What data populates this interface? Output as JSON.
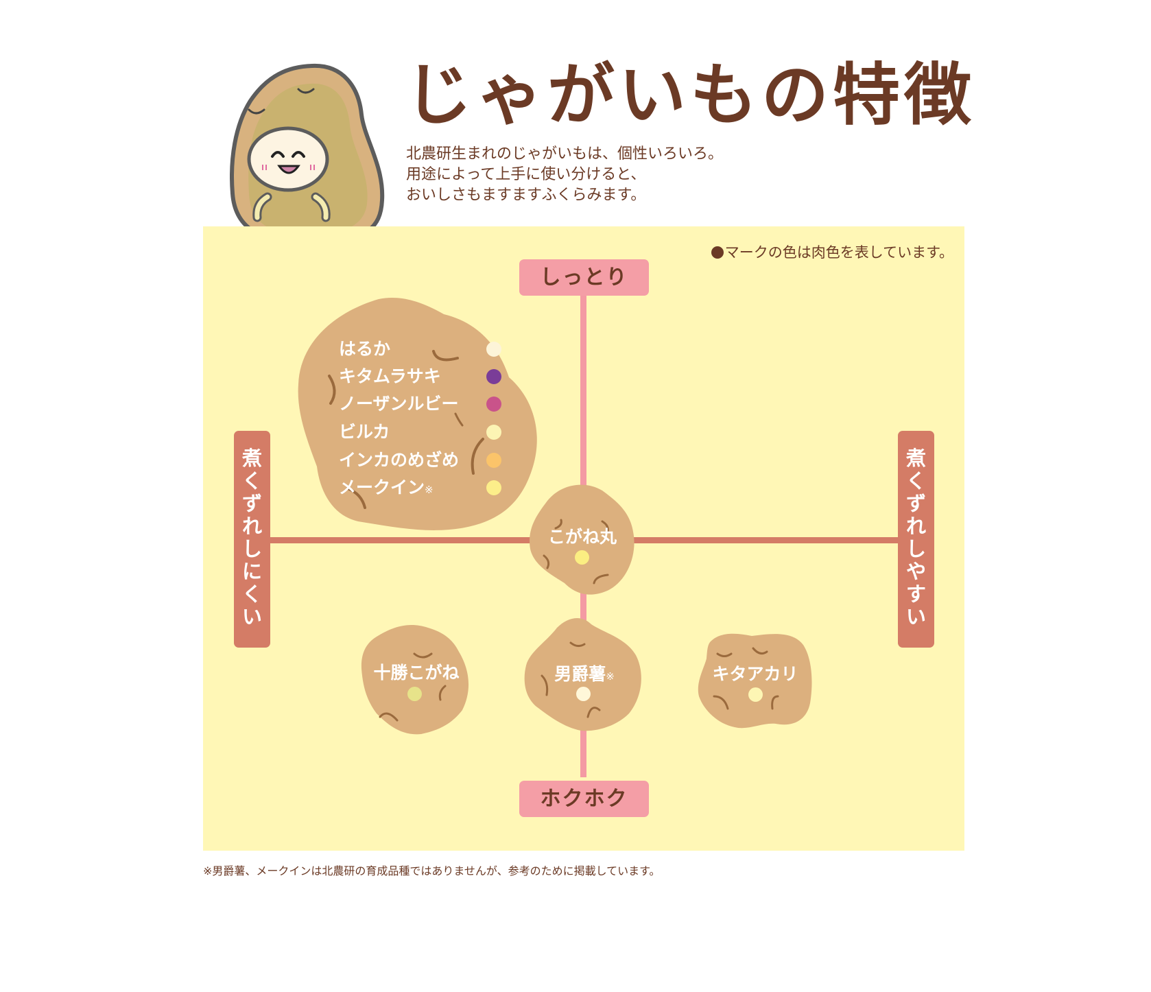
{
  "header": {
    "title": "じゃがいもの特徴",
    "intro_lines": [
      "北農研生まれのじゃがいもは、個性いろいろ。",
      "用途によって上手に使い分けると、",
      "おいしさもますますふくらみます。"
    ],
    "mascot": "potato-mascot-icon"
  },
  "chart": {
    "note": "マークの色は肉色を表しています。",
    "axes": {
      "top": "しっとり",
      "bottom": "ホクホク",
      "left": "煮くずれしにくい",
      "right": "煮くずれしやすい"
    },
    "colors": {
      "panel_bg": "#fff7b6",
      "potato": "#dcb07e",
      "vertical_axis": "#f49aa3",
      "horizontal_axis": "#d47c66",
      "text_brown": "#6b3a25"
    },
    "group_moist_resistant": [
      {
        "name": "はるか",
        "mark": "",
        "flesh_color": "#fdf4d8"
      },
      {
        "name": "キタムラサキ",
        "mark": "",
        "flesh_color": "#7a3d98"
      },
      {
        "name": "ノーザンルビー",
        "mark": "",
        "flesh_color": "#c9538a"
      },
      {
        "name": "ビルカ",
        "mark": "",
        "flesh_color": "#fcf4b4"
      },
      {
        "name": "インカのめざめ",
        "mark": "",
        "flesh_color": "#fbc46a"
      },
      {
        "name": "メークイン",
        "mark": "※",
        "flesh_color": "#fcee8a"
      }
    ],
    "center": {
      "name": "こがね丸",
      "mark": "",
      "flesh_color": "#fbee82"
    },
    "bottom_row": [
      {
        "name": "十勝こがね",
        "mark": "",
        "flesh_color": "#e7e38a"
      },
      {
        "name": "男爵薯",
        "mark": "※",
        "flesh_color": "#fff7d9"
      },
      {
        "name": "キタアカリ",
        "mark": "",
        "flesh_color": "#fdf6b4"
      }
    ]
  },
  "footnote": "※男爵薯、メークインは北農研の育成品種ではありませんが、参考のために掲載しています。",
  "chart_data": {
    "type": "scatter",
    "title": "じゃがいもの特徴",
    "xlabel": "煮くずれしにくい ← → 煮くずれしやすい",
    "ylabel": "ホクホク ← → しっとり",
    "xlim": [
      -1,
      1
    ],
    "ylim": [
      -1,
      1
    ],
    "grid": false,
    "legend": "●マークの色は肉色を表しています。",
    "points": [
      {
        "label": "はるか",
        "x": -0.6,
        "y": 0.6
      },
      {
        "label": "キタムラサキ",
        "x": -0.6,
        "y": 0.6
      },
      {
        "label": "ノーザンルビー",
        "x": -0.6,
        "y": 0.6
      },
      {
        "label": "ビルカ",
        "x": -0.6,
        "y": 0.6
      },
      {
        "label": "インカのめざめ",
        "x": -0.6,
        "y": 0.6
      },
      {
        "label": "メークイン※",
        "x": -0.6,
        "y": 0.6
      },
      {
        "label": "こがね丸",
        "x": 0.0,
        "y": 0.0
      },
      {
        "label": "十勝こがね",
        "x": -0.5,
        "y": -0.5
      },
      {
        "label": "男爵薯※",
        "x": 0.0,
        "y": -0.5
      },
      {
        "label": "キタアカリ",
        "x": 0.5,
        "y": -0.5
      }
    ]
  }
}
